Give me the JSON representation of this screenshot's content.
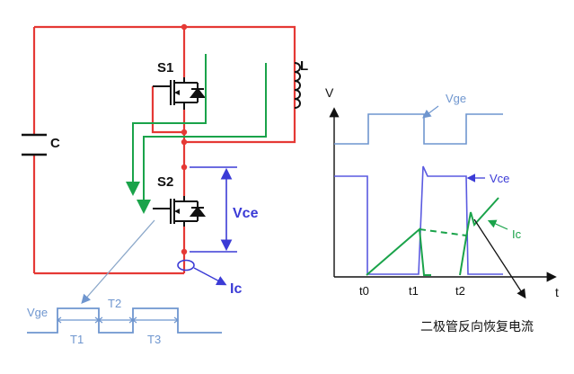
{
  "colors": {
    "power": "#e53935",
    "gate": "#1aa34a",
    "blue": "#3b3bd6",
    "lightblue": "#6f96cf",
    "black": "#111111",
    "gray": "#8aa7c9"
  },
  "circuit": {
    "capacitor_label": "C",
    "switch_top_label": "S1",
    "switch_bottom_label": "S2",
    "inductor_label": "L",
    "vce_label": "Vce",
    "ic_label": "Ic"
  },
  "timing": {
    "vge_label": "Vge",
    "t1_label": "T1",
    "t2_label": "T2",
    "t3_label": "T3"
  },
  "waveforms": {
    "axis_v_label": "V",
    "axis_t_label": "t",
    "vge_label": "Vge",
    "vce_label": "Vce",
    "ic_label": "Ic",
    "tick_t0": "t0",
    "tick_t1": "t1",
    "tick_t2": "t2"
  },
  "caption": "二极管反向恢复电流"
}
